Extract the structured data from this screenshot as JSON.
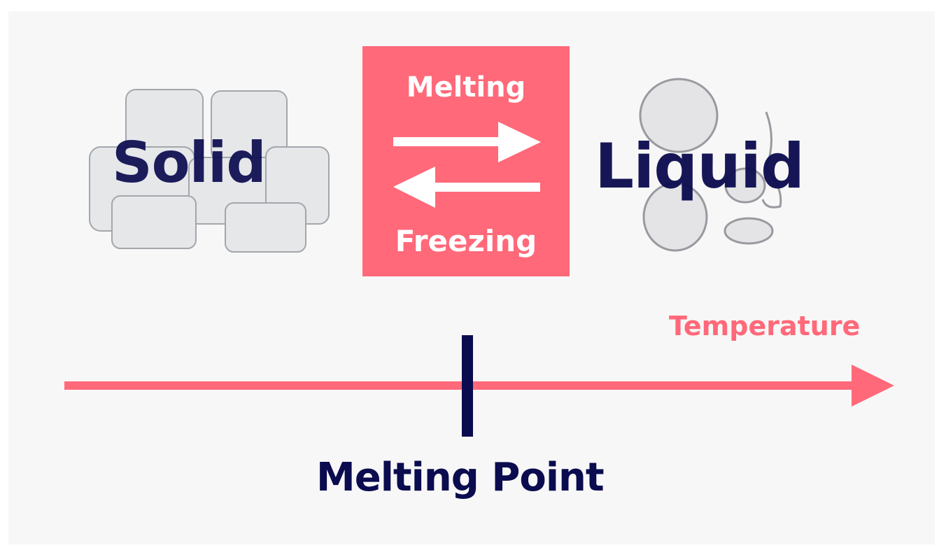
{
  "states": {
    "solid": "Solid",
    "liquid": "Liquid"
  },
  "process": {
    "forward": "Melting",
    "reverse": "Freezing"
  },
  "axis": {
    "label": "Temperature",
    "marker_label": "Melting Point"
  },
  "colors": {
    "accent": "#ff6979",
    "navy": "#0b0b4f",
    "background": "#f7f7f7"
  },
  "images": {
    "solid": "ice-cubes",
    "liquid": "water-droplets"
  }
}
